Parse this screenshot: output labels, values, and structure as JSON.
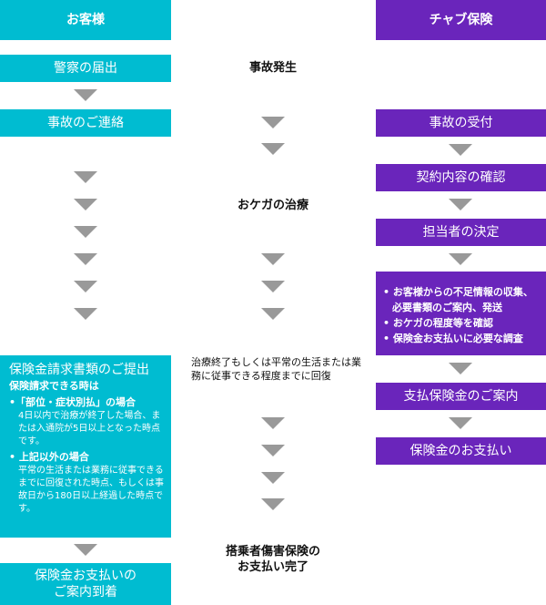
{
  "headers": {
    "customer": "お客様",
    "chubb": "チャブ保険"
  },
  "customer": {
    "police": "警察の届出",
    "contact": "事故のご連絡",
    "claim": {
      "title": "保険金請求書類のご提出",
      "subtitle": "保険請求できる時は",
      "cases": [
        {
          "label": "「部位・症状別払」の場合",
          "desc": "4日以内で治療が終了した場合、または入通院が5日以上となった時点です。"
        },
        {
          "label": "上記以外の場合",
          "desc": "平常の生活または業務に従事できるまでに回復された時点、もしくは事故日から180日以上経過した時点です。"
        }
      ]
    },
    "final_line1": "保険金お支払いの",
    "final_line2": "ご案内到着"
  },
  "middle": {
    "accident": "事故発生",
    "treatment": "おケガの治療",
    "recovery": "治療終了もしくは平常の生活または業務に従事できる程度までに回復",
    "complete_line1": "搭乗者傷害保険の",
    "complete_line2": "お支払い完了"
  },
  "chubb": {
    "reception": "事故の受付",
    "contract": "契約内容の確認",
    "assign": "担当者の決定",
    "tasks": [
      "お客様からの不足情報の収集、必要書類のご案内、発送",
      "おケガの程度等を確認",
      "保険金お支払いに必要な調査"
    ],
    "guidance": "支払保険金のご案内",
    "payment": "保険金のお支払い"
  },
  "bullet": "•"
}
